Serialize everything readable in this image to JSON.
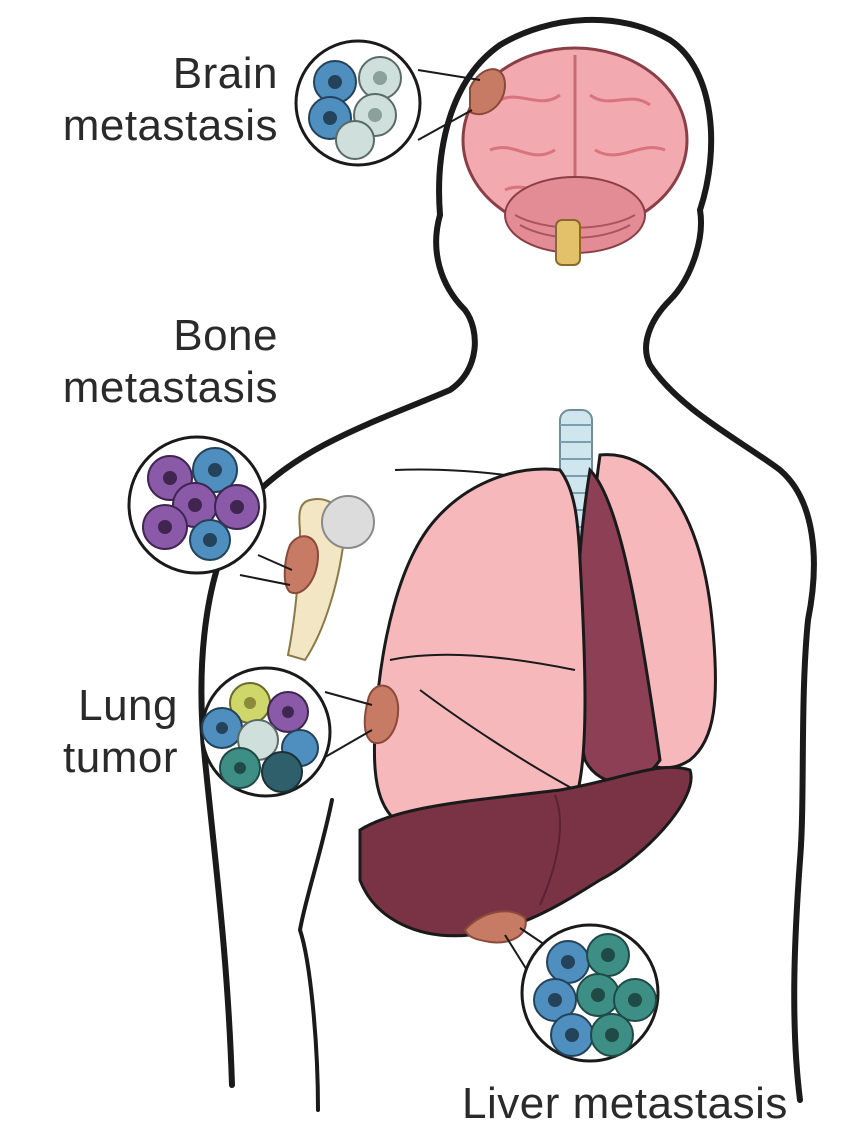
{
  "labels": {
    "brain": [
      "Brain",
      "metastasis"
    ],
    "bone": [
      "Bone",
      "metastasis"
    ],
    "lung": [
      "Lung",
      "tumor"
    ],
    "liver": "Liver metastasis"
  },
  "colors": {
    "outline": "#1a1a1a",
    "brain": "#f2a9b0",
    "brain_dark": "#d9737f",
    "lung": "#f6b8bb",
    "lung_dark": "#8c3f55",
    "liver": "#7a3344",
    "trachea": "#cfe6ef",
    "bone": "#f2e6c4",
    "tumor": "#c77a64",
    "cell_blue": "#4f8fbf",
    "cell_purple": "#8a5aa8",
    "cell_teal": "#3d8f86",
    "cell_pale": "#cfe0dc",
    "cell_yellow": "#cfd66a"
  },
  "icons": [
    "brain-cells-magnifier-icon",
    "bone-cells-magnifier-icon",
    "lung-cells-magnifier-icon",
    "liver-cells-magnifier-icon"
  ]
}
